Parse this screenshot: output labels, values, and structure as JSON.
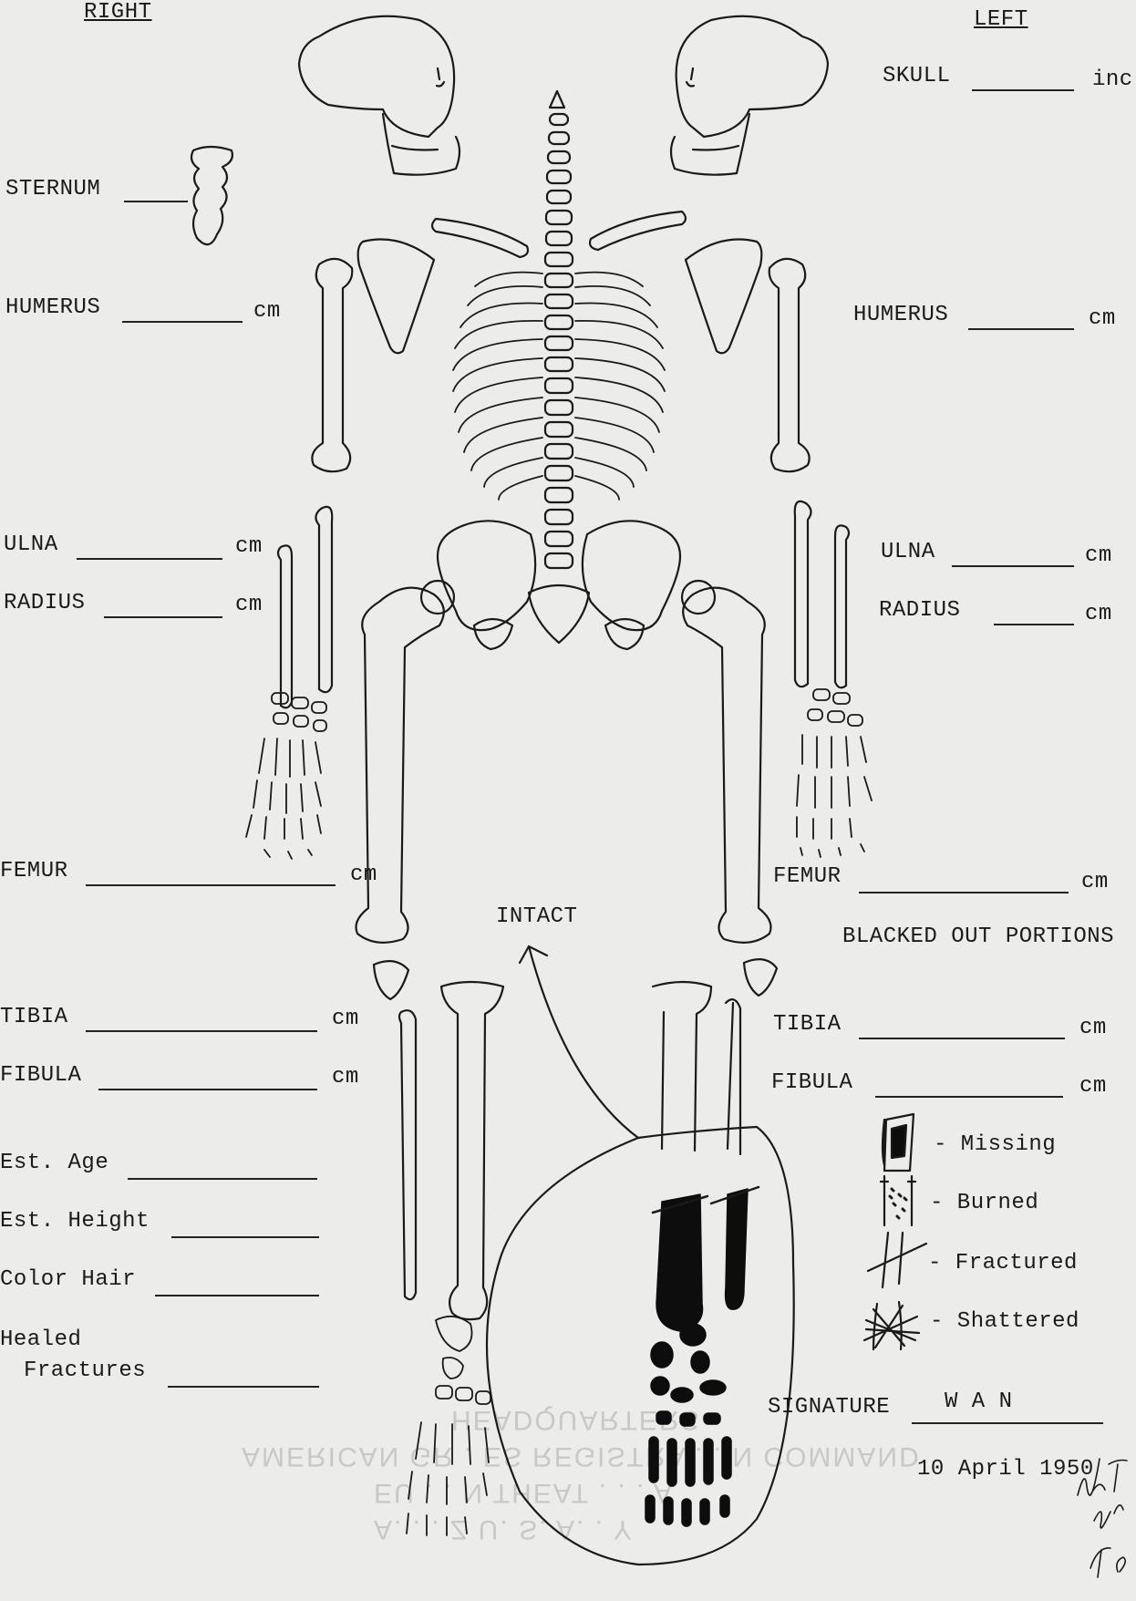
{
  "headers": {
    "right": "RIGHT",
    "left": "LEFT"
  },
  "right_fields": {
    "sternum": "STERNUM",
    "humerus": "HUMERUS",
    "humerus_unit": "cm",
    "ulna": "ULNA",
    "ulna_unit": "cm",
    "radius": "RADIUS",
    "radius_unit": "cm",
    "femur": "FEMUR",
    "femur_unit": "cm",
    "tibia": "TIBIA",
    "tibia_unit": "cm",
    "fibula": "FIBULA",
    "fibula_unit": "cm",
    "est_age": "Est. Age",
    "est_height": "Est. Height",
    "color_hair": "Color Hair",
    "healed": "Healed",
    "fractures": "Fractures"
  },
  "left_fields": {
    "skull": "SKULL",
    "skull_unit": "inc",
    "humerus": "HUMERUS",
    "humerus_unit": "cm",
    "ulna": "ULNA",
    "ulna_unit": "cm",
    "radius": "RADIUS",
    "radius_unit": "cm",
    "femur": "FEMUR",
    "femur_unit": "cm",
    "tibia": "TIBIA",
    "tibia_unit": "cm",
    "fibula": "FIBULA",
    "fibula_unit": "cm"
  },
  "annotation": {
    "intact": "INTACT"
  },
  "legend": {
    "title": "BLACKED OUT PORTIONS",
    "items": [
      {
        "icon": "missing-icon",
        "label": "- Missing"
      },
      {
        "icon": "burned-icon",
        "label": "- Burned"
      },
      {
        "icon": "fractured-icon",
        "label": "- Fractured"
      },
      {
        "icon": "shattered-icon",
        "label": "- Shattered"
      }
    ]
  },
  "signature": {
    "label": "SIGNATURE",
    "value": "W A N",
    "date": "10 April 1950"
  },
  "watermark": {
    "line1": "A.  .  .  Z      U.  S.  A.  .  Y",
    "line2": "EU  .  .  N  THEAT  .  .  .  A",
    "line3": "AMERICAN GR  .  ES REGISTRA  .  .  N COMMAND",
    "line4": "HEADQUARTERS"
  },
  "colors": {
    "paper": "#ececea",
    "ink": "#1a1a1a",
    "fill_black": "#0d0d0d"
  }
}
